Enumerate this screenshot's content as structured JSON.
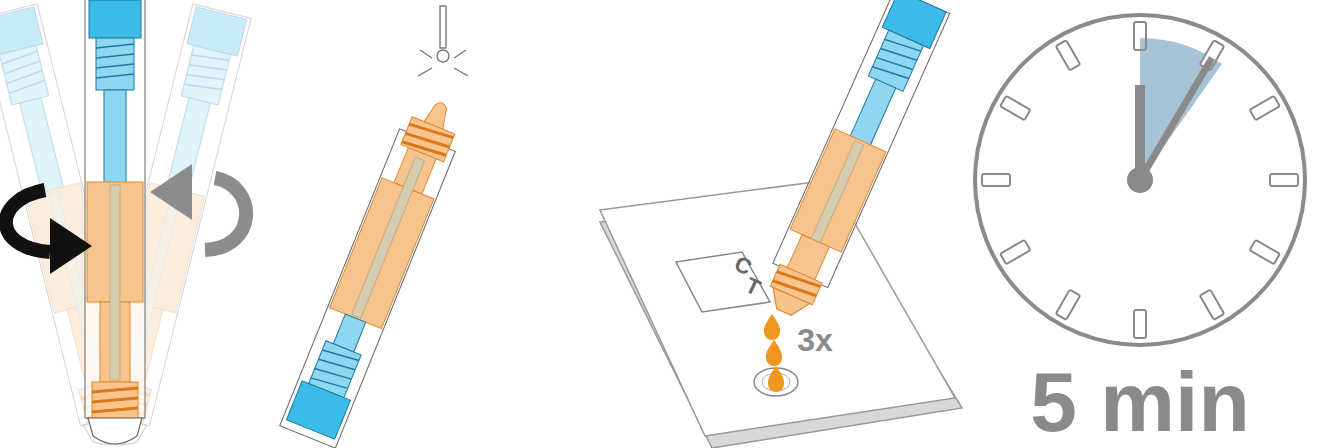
{
  "diagram": {
    "labels": [
      "C",
      "T",
      "3x",
      "5 min"
    ]
  }
}
